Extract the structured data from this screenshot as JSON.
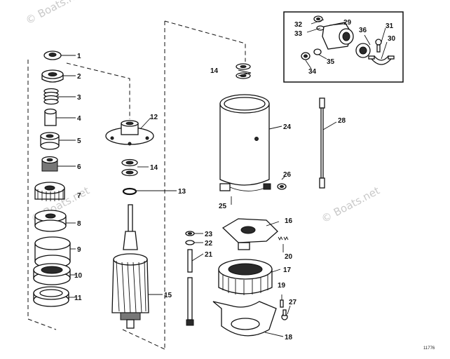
{
  "watermarks": [
    "© Boats.net",
    "© Boats.net",
    "© Boats.net"
  ],
  "reference_code": "11776",
  "callouts": [
    {
      "number": "1"
    },
    {
      "number": "2"
    },
    {
      "number": "3"
    },
    {
      "number": "4"
    },
    {
      "number": "5"
    },
    {
      "number": "6"
    },
    {
      "number": "7"
    },
    {
      "number": "8"
    },
    {
      "number": "9"
    },
    {
      "number": "10"
    },
    {
      "number": "11"
    },
    {
      "number": "12"
    },
    {
      "number": "13"
    },
    {
      "number": "14"
    },
    {
      "number": "14"
    },
    {
      "number": "15"
    },
    {
      "number": "16"
    },
    {
      "number": "17"
    },
    {
      "number": "18"
    },
    {
      "number": "19"
    },
    {
      "number": "20"
    },
    {
      "number": "21"
    },
    {
      "number": "22"
    },
    {
      "number": "23"
    },
    {
      "number": "24"
    },
    {
      "number": "25"
    },
    {
      "number": "26"
    },
    {
      "number": "27"
    },
    {
      "number": "28"
    },
    {
      "number": "29"
    },
    {
      "number": "30"
    },
    {
      "number": "31"
    },
    {
      "number": "32"
    },
    {
      "number": "33"
    },
    {
      "number": "34"
    },
    {
      "number": "35"
    },
    {
      "number": "36"
    }
  ]
}
